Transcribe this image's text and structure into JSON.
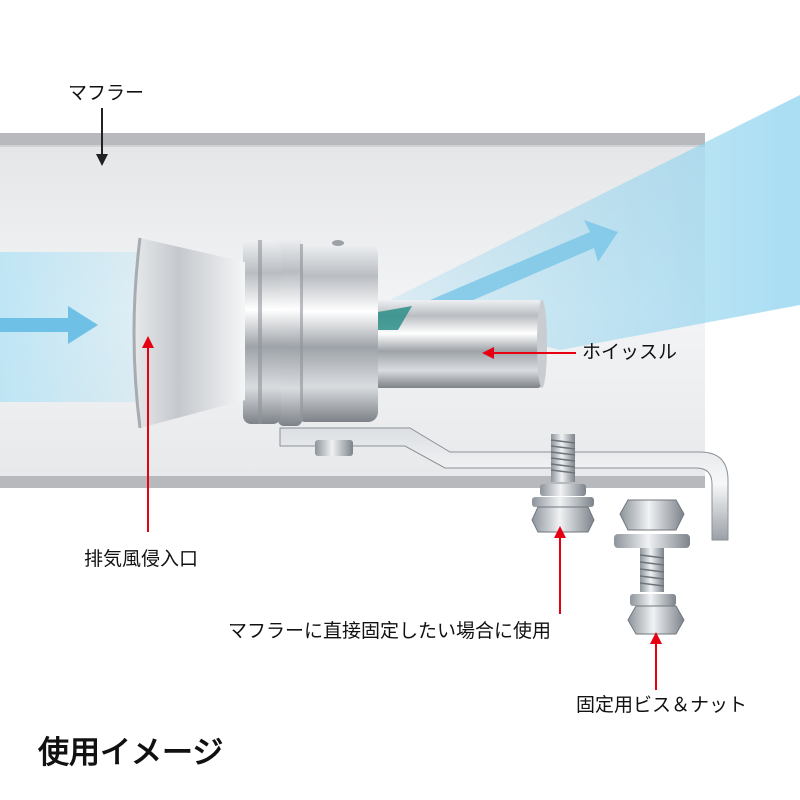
{
  "labels": {
    "muffler": "マフラー",
    "whistle": "ホイッスル",
    "intake": "排気風侵入口",
    "direct_mount": "マフラーに直接固定したい場合に使用",
    "screw_nut": "固定用ビス＆ナット",
    "usage_title": "使用イメージ"
  },
  "colors": {
    "arrow_black": "#222222",
    "arrow_red": "#e60012",
    "flow_blue": "#8fd3ef",
    "pipe_gray": "#b7b9bc"
  }
}
